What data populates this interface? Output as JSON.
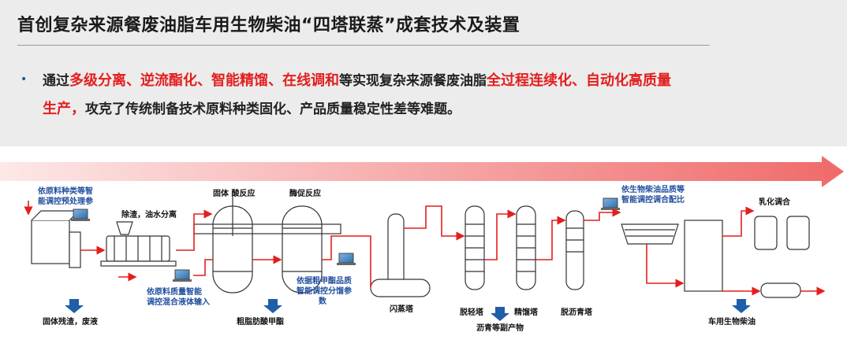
{
  "header": {
    "title": "首创复杂来源餐废油脂车用生物柴油“四塔联蒸”成套技术及装置"
  },
  "summary": {
    "bullet": "•",
    "line1": {
      "t1": "通过",
      "r1": "多级分离、逆流酯化、智能精馏、在线调和",
      "t2": "等实现复杂来源餐废油脂",
      "r2": "全过程连续化、自动化高质量"
    },
    "line2": {
      "r1": "生产，",
      "t1": "攻克了传统制备技术原料种类固化、产品质量稳定性差等难题。"
    }
  },
  "diagram": {
    "labels": {
      "pretreat_control": [
        "依原料种类等智",
        "能调控预处理参"
      ],
      "separation": "除渣，油水分离",
      "solid_acid": "固体 酸反应",
      "enzyme": "酶促反应",
      "blend_control": [
        "依原料质量智能",
        "调控混合液体输入"
      ],
      "distill_control": [
        "依据粗甲酯品质",
        "智能调控分馏参",
        "数"
      ],
      "output_solid": "固体残渣，废液",
      "output_crude": "粗脂肪酸甲酯",
      "flash": "闪蒸塔",
      "light": "脱轻塔",
      "refine": "精馏塔",
      "asphalt": "脱沥青塔",
      "byproduct": "沥青等副产物",
      "quality_control": [
        "依生物柴油品质等",
        "智能调控调合配比"
      ],
      "emulsify": "乳化调合",
      "product": "车用生物柴油"
    },
    "colors": {
      "pipe": "#e41e1e",
      "line": "#333333",
      "arrow": "#1f5ea8",
      "banner": "#f08080"
    }
  }
}
